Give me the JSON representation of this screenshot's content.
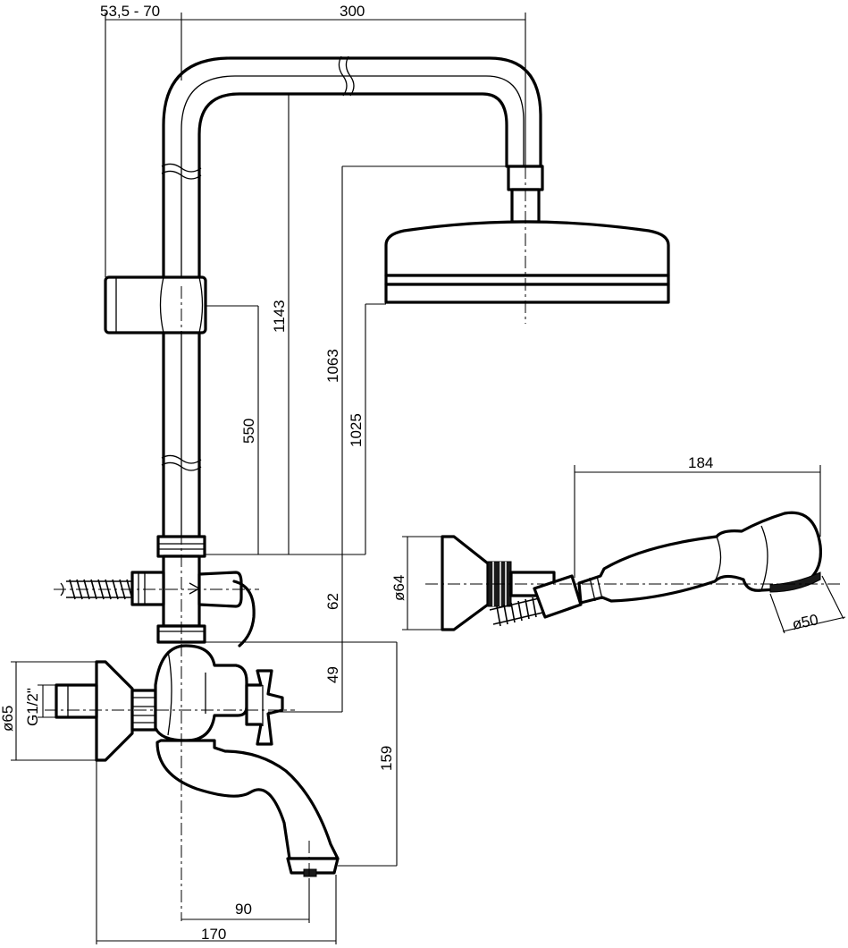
{
  "dimensions": {
    "offset_range": "53,5  -  70",
    "arm_length": "300",
    "handshower_length": "184",
    "height_total": "1143",
    "height_head": "1063",
    "height_head_face": "1025",
    "slider_to_connector": "550",
    "connector_to_valve": "62",
    "valve_to_inlet": "49",
    "inlet_to_spout": "159",
    "spout_reach": "90",
    "total_depth": "170",
    "handshower_holder_dia": "ø64",
    "handshower_head_dia": "ø50",
    "escutcheon_dia": "ø65",
    "inlet_thread": "G1/2\""
  }
}
